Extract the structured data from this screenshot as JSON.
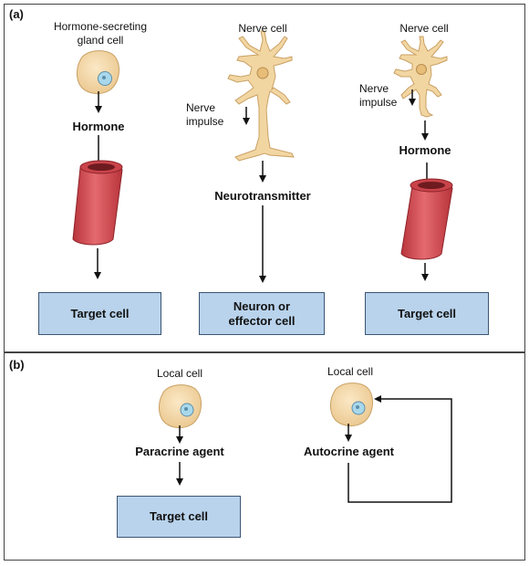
{
  "panel_a": {
    "label": "(a)",
    "col1": {
      "cell_label": "Hormone-secreting\ngland cell",
      "messenger": "Hormone",
      "target": "Target cell"
    },
    "col2": {
      "cell_label": "Nerve cell",
      "impulse": "Nerve\nimpulse",
      "messenger": "Neurotransmitter",
      "target": "Neuron or\neffector cell"
    },
    "col3": {
      "cell_label": "Nerve cell",
      "impulse": "Nerve\nimpulse",
      "messenger": "Hormone",
      "target": "Target cell"
    }
  },
  "panel_b": {
    "label": "(b)",
    "paracrine": {
      "cell_label": "Local cell",
      "messenger": "Paracrine agent",
      "target": "Target cell"
    },
    "autocrine": {
      "cell_label": "Local cell",
      "messenger": "Autocrine agent"
    }
  },
  "colors": {
    "cell_body": "#f2d6a2",
    "nucleus": "#a9d8ec",
    "vessel": "#d9555b",
    "target_box": "#b9d3ec"
  }
}
